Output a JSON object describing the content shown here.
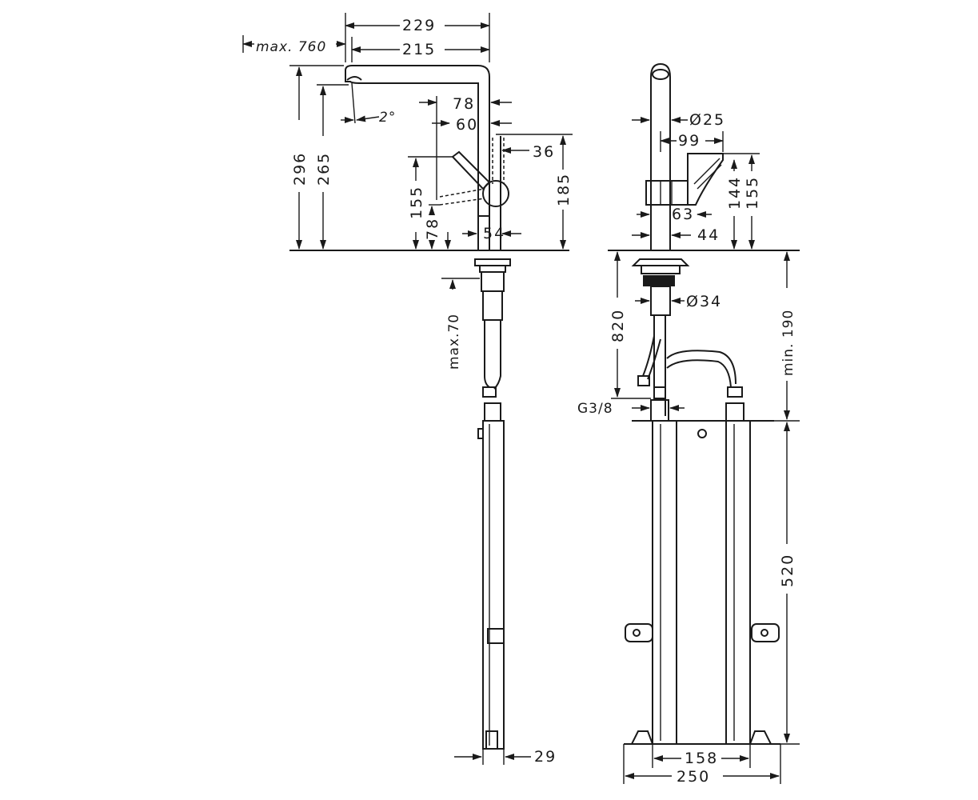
{
  "side_view": {
    "dim_229": "229",
    "dim_215": "215",
    "dim_max760": "max. 760",
    "dim_2deg": "2°",
    "dim_78_top": "78",
    "dim_60": "60",
    "dim_36": "36",
    "dim_296": "296",
    "dim_265": "265",
    "dim_185": "185",
    "dim_155": "155",
    "dim_78_bottom": "78",
    "dim_54": "54",
    "dim_max70": "max.70",
    "dim_29": "29"
  },
  "front_view": {
    "dim_d25": "Ø25",
    "dim_99": "99",
    "dim_144": "144",
    "dim_155": "155",
    "dim_63": "63",
    "dim_44": "44",
    "dim_d34": "Ø34",
    "dim_820": "820",
    "dim_min190": "min. 190",
    "dim_g38": "G3/8",
    "dim_520": "520",
    "dim_158": "158",
    "dim_250": "250"
  }
}
